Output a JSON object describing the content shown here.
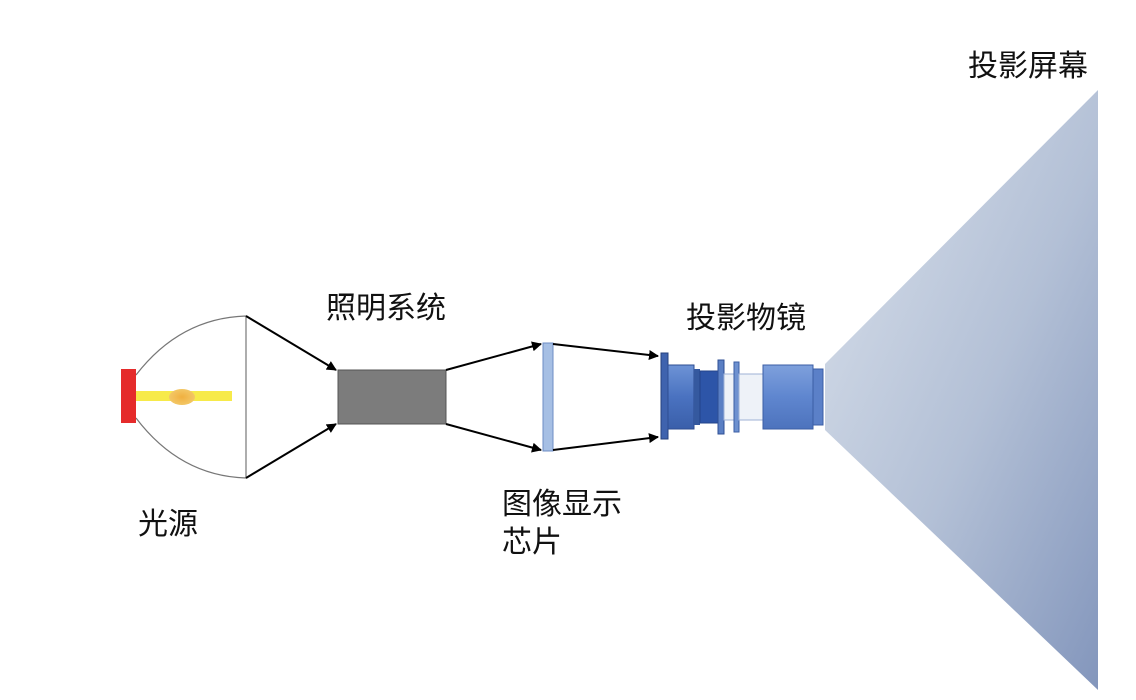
{
  "labels": {
    "projection_screen": "投影屏幕",
    "illumination_system": "照明系统",
    "projection_lens": "投影物镜",
    "light_source": "光源",
    "image_chip_line1": "图像显示",
    "image_chip_line2": "芯片"
  },
  "colors": {
    "lamp_red": "#e52b2b",
    "beam_yellow": "#f7ea4a",
    "beam_core_orange": "#f2b84a",
    "illumination_gray": "#7c7c7c",
    "chip_blue": "#9fb9e2",
    "lens_blue": "#4f77c3",
    "lens_dark_blue": "#2d55a8",
    "screen_light": "#d4dbe6",
    "screen_dark": "#8ea1c5",
    "arrow_black": "#000000"
  }
}
